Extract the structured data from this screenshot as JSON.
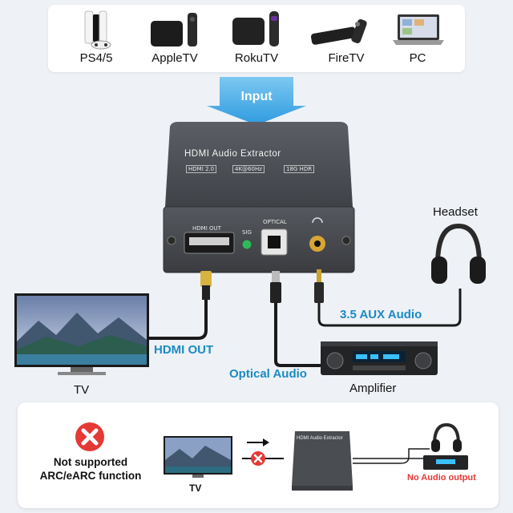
{
  "sources": [
    {
      "label": "PS4/5",
      "icon": "playstation-console-icon"
    },
    {
      "label": "AppleTV",
      "icon": "apple-tv-box-icon"
    },
    {
      "label": "RokuTV",
      "icon": "roku-box-icon"
    },
    {
      "label": "FireTV",
      "icon": "fire-tv-stick-icon"
    },
    {
      "label": "PC",
      "icon": "laptop-icon"
    }
  ],
  "input_label": "Input",
  "device": {
    "title": "HDMI Audio Extractor",
    "spec_1": "HDMI 2.0",
    "spec_2": "4K@60Hz",
    "spec_3": "18G HDR",
    "port_hdmi": "HDMI OUT",
    "port_sig": "SIG",
    "port_optical": "OPTICAL"
  },
  "labels": {
    "headset": "Headset",
    "aux": "3.5 AUX Audio",
    "hdmi_out": "HDMI OUT",
    "optical_audio": "Optical Audio",
    "tv": "TV",
    "amplifier": "Amplifier"
  },
  "bottom": {
    "not_supported_line1": "Not supported",
    "not_supported_line2": "ARC/eARC function",
    "tv": "TV",
    "no_audio": "No Audio output",
    "mini_title": "HDMI Audio Extractor"
  },
  "colors": {
    "accent": "#1b8bc4",
    "error": "#e53935",
    "device": "#4a4d52"
  }
}
